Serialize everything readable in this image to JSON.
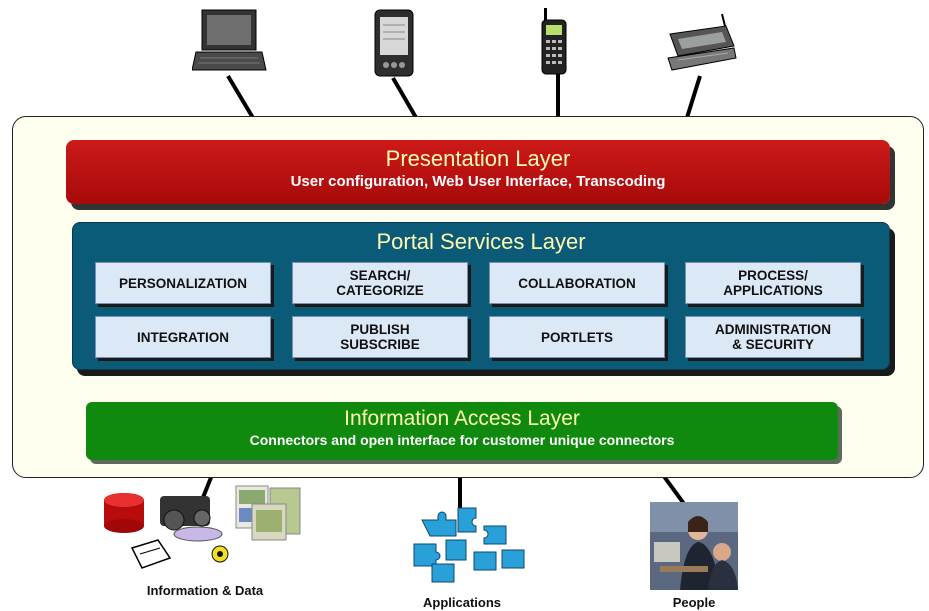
{
  "presentation_layer": {
    "title": "Presentation Layer",
    "subtitle": "User configuration, Web User Interface, Transcoding"
  },
  "portal_services_layer": {
    "title": "Portal Services Layer",
    "services": [
      "PERSONALIZATION",
      "SEARCH/\nCATEGORIZE",
      "COLLABORATION",
      "PROCESS/\nAPPLICATIONS",
      "INTEGRATION",
      "PUBLISH\nSUBSCRIBE",
      "PORTLETS",
      "ADMINISTRATION\n& SECURITY"
    ]
  },
  "information_access_layer": {
    "title": "Information Access Layer",
    "subtitle": "Connectors and open interface for customer unique connectors"
  },
  "sources": {
    "information_data": "Information & Data",
    "applications": "Applications",
    "people": "People"
  },
  "devices": [
    "laptop-icon",
    "pda-icon",
    "mobile-phone-icon",
    "communicator-icon"
  ],
  "colors": {
    "presentation": "#b81010",
    "services": "#0b5a78",
    "service_box": "#dbe8f6",
    "information_access": "#0f8a0f",
    "title_text": "#fffbb0",
    "frame": "#fffff0"
  }
}
